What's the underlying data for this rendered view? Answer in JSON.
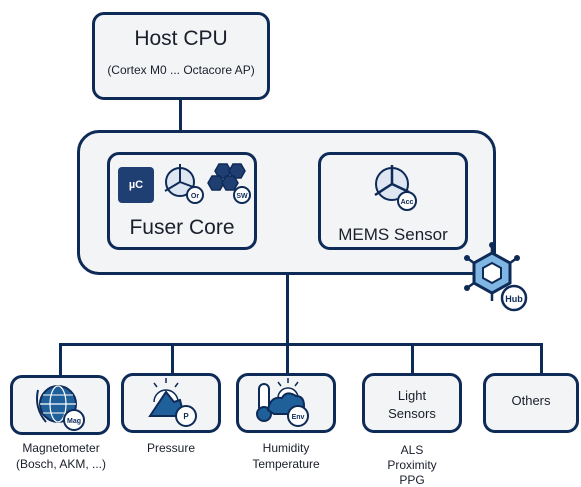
{
  "colors": {
    "navy": "#0e2a57",
    "box_fill": "#f3f4f6",
    "icon_fill": "#1f5f9a"
  },
  "host": {
    "title": "Host CPU",
    "subtitle": "(Cortex M0 ... Octacore AP)"
  },
  "hub": {
    "badge": "Hub",
    "fuser": {
      "title": "Fuser Core",
      "mu_label": "µC",
      "or_badge": "Or",
      "sw_badge": "SW"
    },
    "mems": {
      "title": "MEMS Sensor",
      "acc_badge": "Acc"
    }
  },
  "sensors": {
    "magnetometer": {
      "badge": "Mag",
      "label1": "Magnetometer",
      "label2": "(Bosch, AKM, ...)"
    },
    "pressure": {
      "badge": "P",
      "label1": "Pressure"
    },
    "humidity": {
      "badge": "Env",
      "label1": "Humidity",
      "label2": "Temperature"
    },
    "light": {
      "title1": "Light",
      "title2": "Sensors",
      "label1": "ALS",
      "label2": "Proximity",
      "label3": "PPG"
    },
    "others": {
      "title": "Others"
    }
  }
}
